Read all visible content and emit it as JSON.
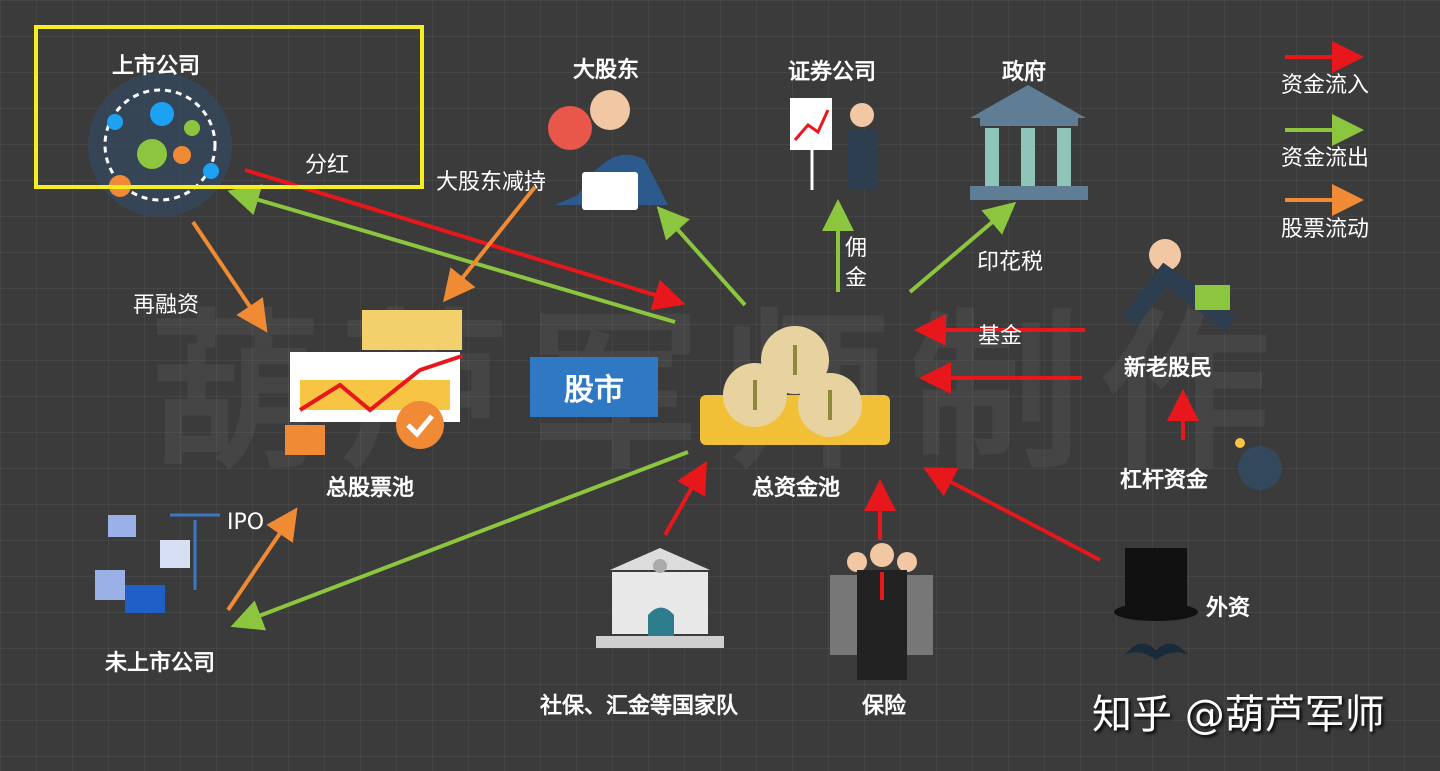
{
  "watermark": "葫芦军师制作",
  "nodes": {
    "listed": "上市公司",
    "major": "大股东",
    "broker": "证券公司",
    "gov": "政府",
    "stock_pool": "总股票池",
    "market": "股市",
    "fund_pool": "总资金池",
    "retail": "新老股民",
    "leverage": "杠杆资金",
    "unlisted": "未上市公司",
    "national": "社保、汇金等国家队",
    "insurance": "保险",
    "foreign": "外资"
  },
  "flows": {
    "dividend": "分红",
    "reduce": "大股东减持",
    "refinance": "再融资",
    "commission": "佣\n金",
    "commission_1": "佣",
    "commission_2": "金",
    "stamp": "印花税",
    "fund": "基金",
    "ipo": "IPO"
  },
  "legend": [
    {
      "label": "资金流入",
      "color": "#e8171c"
    },
    {
      "label": "资金流出",
      "color": "#8cc63f"
    },
    {
      "label": "股票流动",
      "color": "#f08a34"
    }
  ],
  "credit": "知乎 @葫芦军师",
  "colors": {
    "highlight": "#f4ee22",
    "market": "#2f78c4"
  }
}
